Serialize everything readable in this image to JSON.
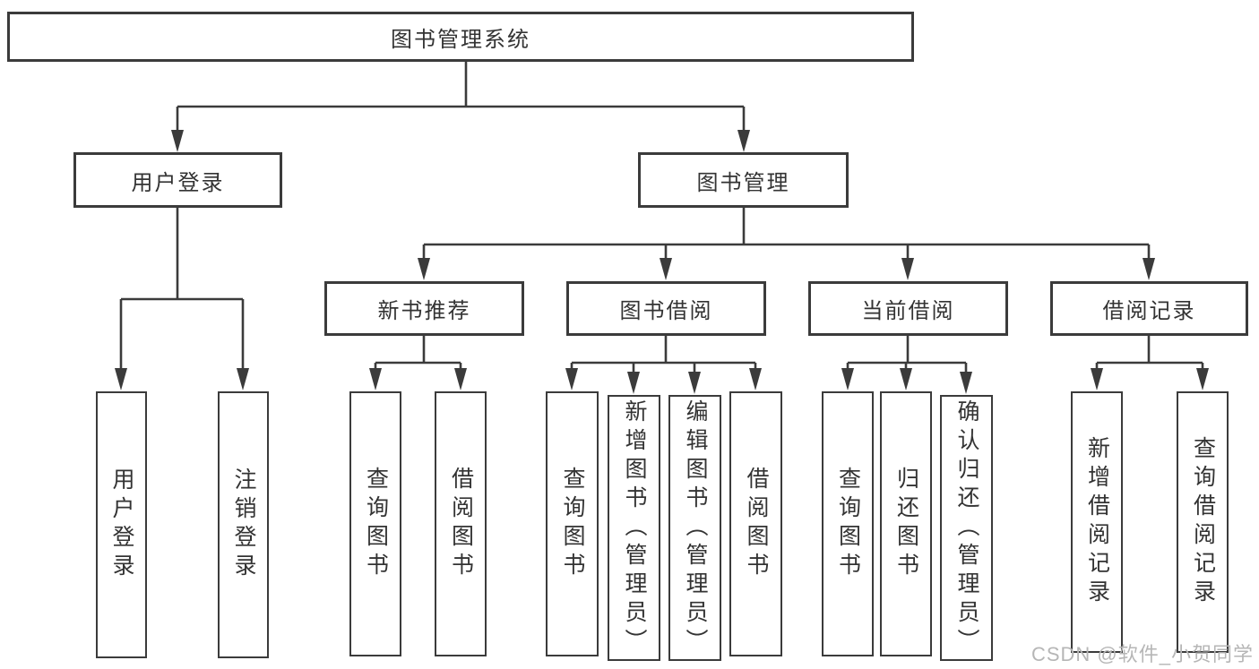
{
  "tree": {
    "label": "图书管理系统",
    "children": [
      {
        "label": "用户登录",
        "children": [
          {
            "label": "用户登录"
          },
          {
            "label": "注销登录"
          }
        ]
      },
      {
        "label": "图书管理",
        "children": [
          {
            "label": "新书推荐",
            "children": [
              {
                "label": "查询图书"
              },
              {
                "label": "借阅图书"
              }
            ]
          },
          {
            "label": "图书借阅",
            "children": [
              {
                "label": "查询图书"
              },
              {
                "label": "新增图书（管理员）"
              },
              {
                "label": "编辑图书（管理员）"
              },
              {
                "label": "借阅图书"
              }
            ]
          },
          {
            "label": "当前借阅",
            "children": [
              {
                "label": "查询图书"
              },
              {
                "label": "归还图书"
              },
              {
                "label": "确认归还（管理员）"
              }
            ]
          },
          {
            "label": "借阅记录",
            "children": [
              {
                "label": "新增借阅记录"
              },
              {
                "label": "查询借阅记录"
              }
            ]
          }
        ]
      }
    ]
  },
  "watermark": {
    "text": "CSDN @软件_小贺同学"
  },
  "colors": {
    "line": "#3b3b3b",
    "text": "#333333",
    "background": "#ffffff",
    "watermark": "#b6b6b6"
  }
}
